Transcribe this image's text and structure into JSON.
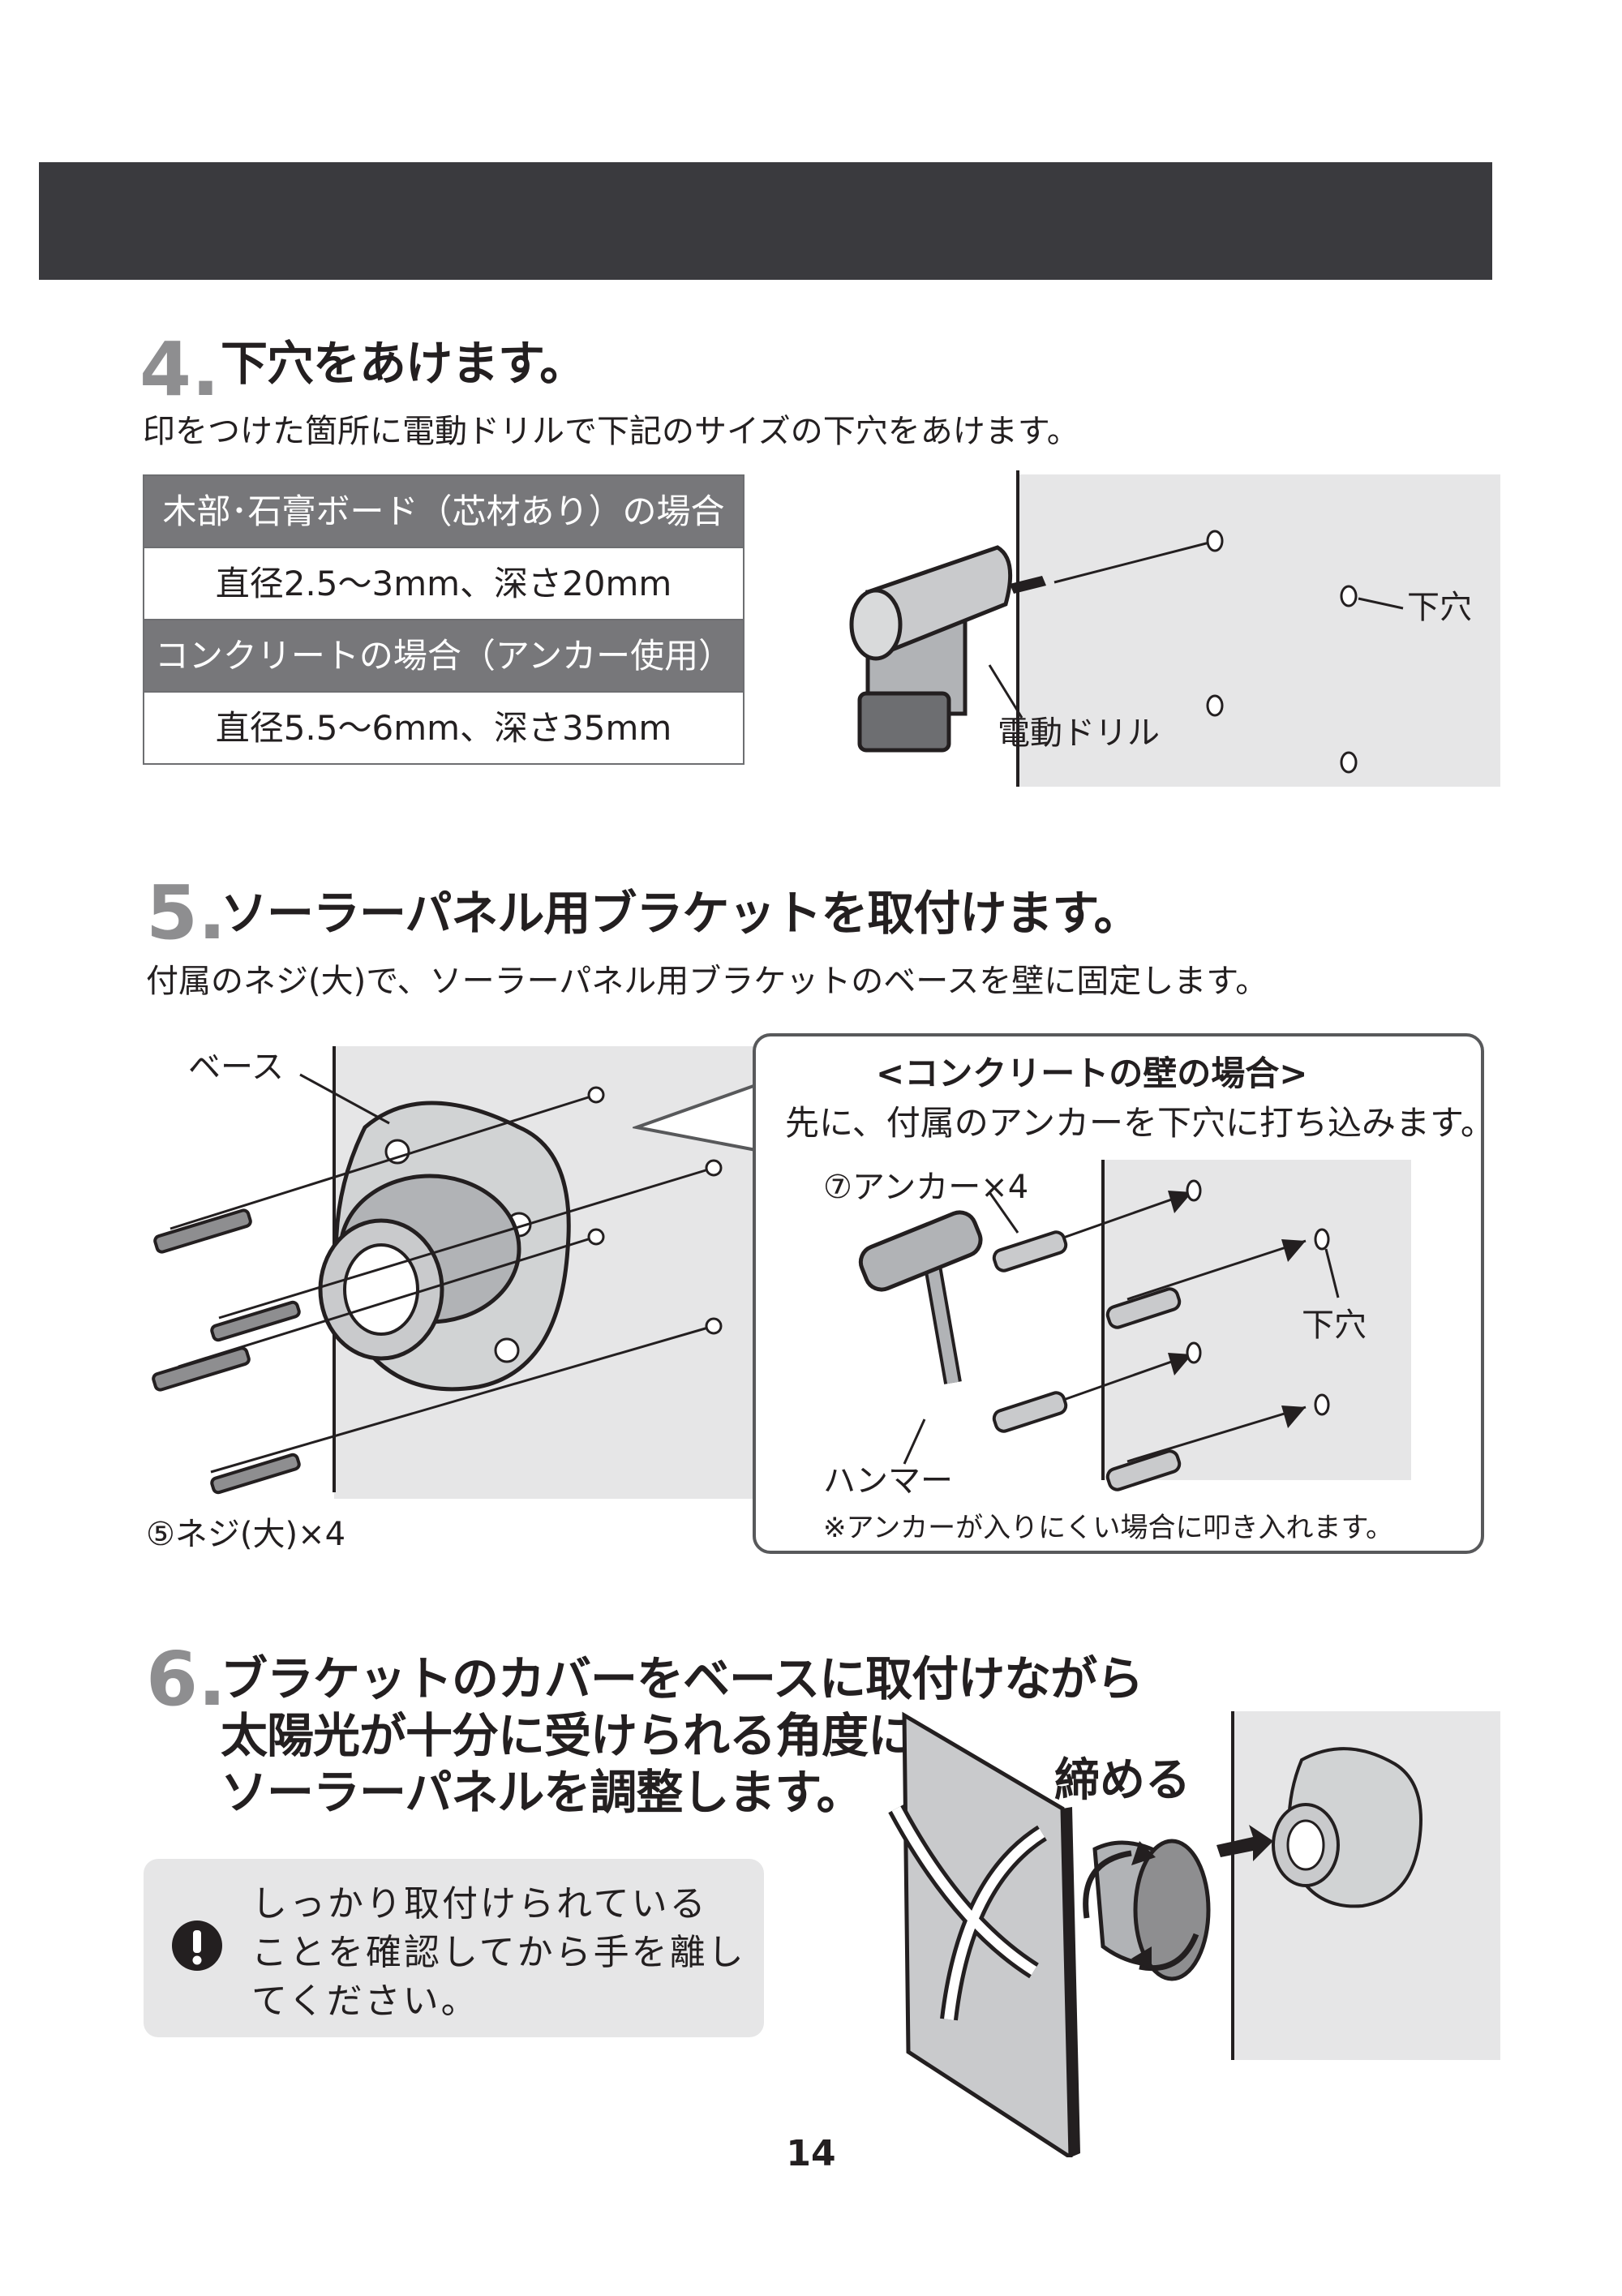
{
  "step4": {
    "number": "4.",
    "title": "下穴をあけます。",
    "description": "印をつけた箇所に電動ドリルで下記のサイズの下穴をあけます。",
    "table": [
      {
        "kind": "header",
        "text": "木部･石膏ボード（芯材あり）の場合"
      },
      {
        "kind": "value",
        "text": "直径2.5～3mm、深さ20mm"
      },
      {
        "kind": "header",
        "text": "コンクリートの場合（アンカー使用）"
      },
      {
        "kind": "value",
        "text": "直径5.5～6mm、深さ35mm"
      }
    ],
    "label_hole": "下穴",
    "label_drill": "電動ドリル"
  },
  "step5": {
    "number": "5.",
    "title": "ソーラーパネル用ブラケットを取付けます。",
    "description": "付属のネジ(大)で、ソーラーパネル用ブラケットのベースを壁に固定します。",
    "label_base": "ベース",
    "label_screw": "⑤ネジ(大)×4",
    "callout": {
      "title": "<コンクリートの壁の場合>",
      "text": "先に、付属のアンカーを下穴に打ち込みます。",
      "label_anchor": "⑦アンカー×4",
      "label_hole": "下穴",
      "label_hammer": "ハンマー",
      "note": "※アンカーが入りにくい場合に叩き入れます。"
    }
  },
  "step6": {
    "number": "6.",
    "title_lines": [
      "ブラケットのカバーをベースに取付けながら",
      "太陽光が十分に受けられる角度に",
      "ソーラーパネルを調整します。"
    ],
    "label_tighten": "締める",
    "note_lines": [
      "しっかり取付けられている",
      "ことを確認してから手を離し",
      "てください。"
    ]
  },
  "page_number": "14"
}
